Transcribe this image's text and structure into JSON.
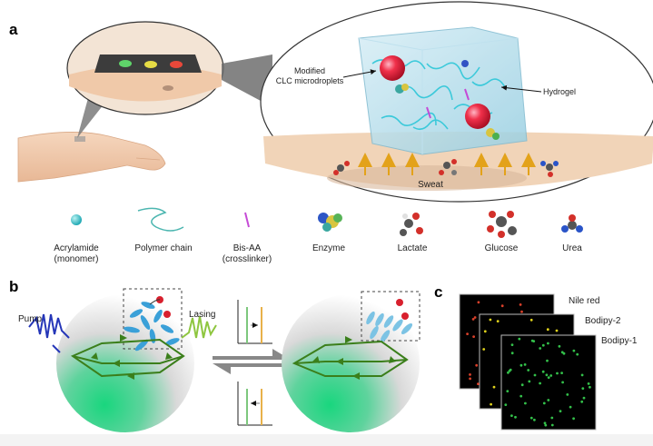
{
  "panels": {
    "a": "a",
    "b": "b",
    "c": "c"
  },
  "panel_a": {
    "modified_clc": [
      "Modified",
      "CLC microdroplets"
    ],
    "hydrogel": "Hydrogel",
    "sweat": "Sweat",
    "legend": [
      {
        "name": "acrylamide",
        "lines": [
          "Acrylamide",
          "(monomer)"
        ]
      },
      {
        "name": "polymer-chain",
        "lines": [
          "Polymer chain"
        ]
      },
      {
        "name": "bis-aa",
        "lines": [
          "Bis-AA",
          "(crosslinker)"
        ]
      },
      {
        "name": "enzyme",
        "lines": [
          "Enzyme"
        ]
      },
      {
        "name": "lactate",
        "lines": [
          "Lactate"
        ]
      },
      {
        "name": "glucose",
        "lines": [
          "Glucose"
        ]
      },
      {
        "name": "urea",
        "lines": [
          "Urea"
        ]
      }
    ]
  },
  "panel_b": {
    "pump": "Pump",
    "lasing": "Lasing"
  },
  "panel_c": {
    "dyes": [
      {
        "name": "Nile red",
        "color": "#d9402a"
      },
      {
        "name": "Bodipy-2",
        "color": "#e0b81c"
      },
      {
        "name": "Bodipy-1",
        "color": "#2f9e3a"
      }
    ]
  },
  "colors": {
    "droplet_red": "#e8203a",
    "hydrogel_blue": "#a9d9ea",
    "skin": "#f2cfb3",
    "sweat_arrow": "#e3a21a",
    "sphere_green": "#1fc27a",
    "wave_blue": "#2536b8",
    "wave_green": "#8ec63f"
  }
}
